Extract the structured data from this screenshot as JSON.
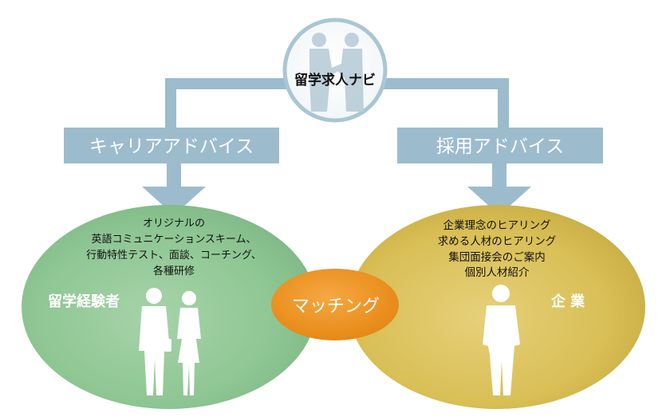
{
  "top": {
    "title": "留学求人ナビ"
  },
  "left_branch": {
    "label": "キャリアアドバイス"
  },
  "right_branch": {
    "label": "採用アドバイス"
  },
  "left_circle": {
    "title": "留学経験者",
    "lines": [
      "オリジナルの",
      "英語コミュニケーションスキーム、",
      "行動特性テスト、面談、コーチング、",
      "各種研修"
    ]
  },
  "right_circle": {
    "title": "企 業",
    "lines": [
      "企業理念のヒアリング",
      "求める人材のヒアリング",
      "集団面接会のご案内",
      "個別人材紹介"
    ]
  },
  "center": {
    "label": "マッチング"
  },
  "colors": {
    "connector": "#9cbccd",
    "left_circle": "#8ec693",
    "right_circle": "#d9bf56",
    "center": "#f0921b",
    "top_ring": "#a9c6d4",
    "silhouette": "#ffffff"
  },
  "icons": {
    "handshake": "handshake-icon",
    "people": "businesspeople-icon",
    "businessman": "businessman-icon"
  }
}
